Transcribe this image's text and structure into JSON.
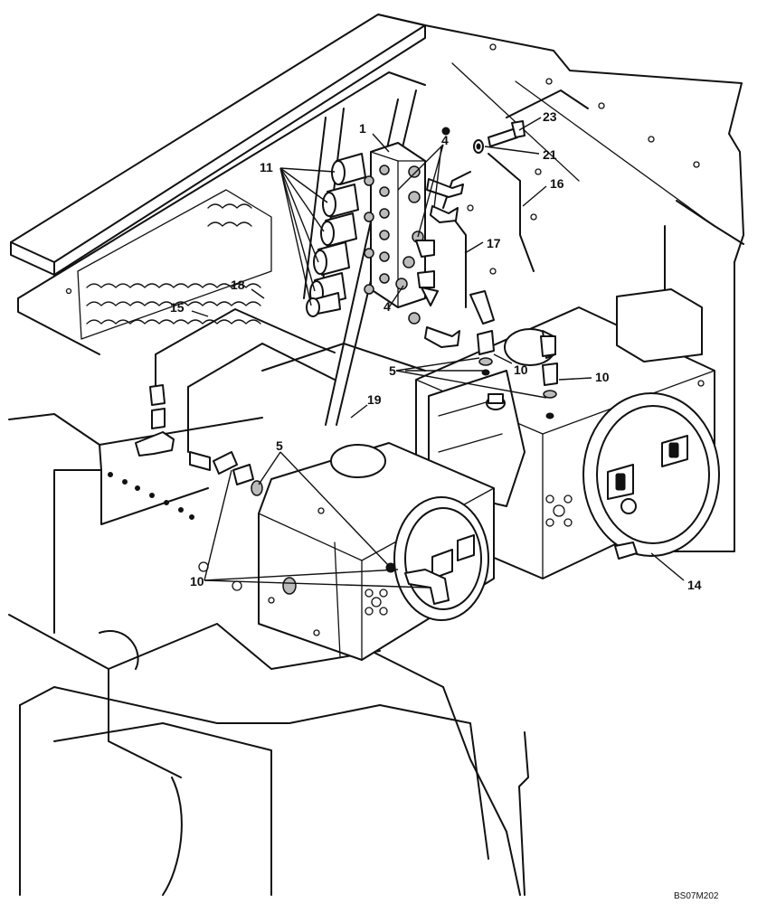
{
  "callouts": {
    "c1": "1",
    "c4a": "4",
    "c4b": "4",
    "c5a": "5",
    "c5b": "5",
    "c10a": "10",
    "c10b": "10",
    "c10c": "10",
    "c11": "11",
    "c14": "14",
    "c15": "15",
    "c16": "16",
    "c17": "17",
    "c18": "18",
    "c19": "19",
    "c21": "21",
    "c23": "23"
  },
  "reference_code": "BS07M202"
}
